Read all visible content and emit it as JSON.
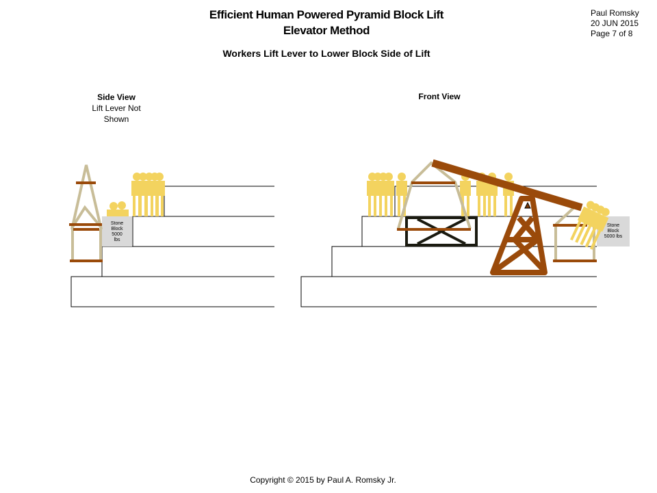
{
  "title": {
    "line1": "Efficient Human Powered Pyramid Block Lift",
    "line2": "Elevator Method"
  },
  "subtitle": "Workers Lift Lever to Lower Block Side of Lift",
  "author": {
    "name": "Paul Romsky",
    "date": "20 JUN 2015",
    "page": "Page 7 of 8"
  },
  "side_view": {
    "heading": "Side View",
    "note1": "Lift Lever Not",
    "note2": "Shown",
    "block": {
      "l1": "Stone",
      "l2": "Block",
      "l3": "5000",
      "l4": "lbs"
    }
  },
  "front_view": {
    "heading": "Front View",
    "block": {
      "l1": "Stone",
      "l2": "Block",
      "l3": "5000 lbs"
    }
  },
  "copyright": "Copyright © 2015 by Paul A. Romsky Jr.",
  "colors": {
    "wood": "#9a4a0a",
    "rope": "#c8bd98",
    "worker": "#f3d35f",
    "block": "#d9d9d9"
  }
}
